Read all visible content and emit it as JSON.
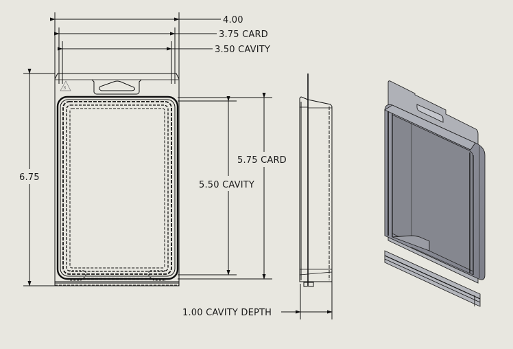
{
  "drawing": {
    "background": "#e8e7e0",
    "line_color": "#111111",
    "shaded_fill": "#8c8e98",
    "views": [
      "front-view",
      "side-view",
      "isometric-view"
    ]
  },
  "dimensions": {
    "overall_width": "4.00",
    "card_width": "3.75 CARD",
    "cavity_width": "3.50 CAVITY",
    "overall_height": "6.75",
    "card_height": "5.75 CARD",
    "cavity_height": "5.50 CAVITY",
    "cavity_depth": "1.00 CAVITY DEPTH"
  },
  "symbols": {
    "recycle": "recycle-icon",
    "hang_hole": "hang-hole"
  }
}
